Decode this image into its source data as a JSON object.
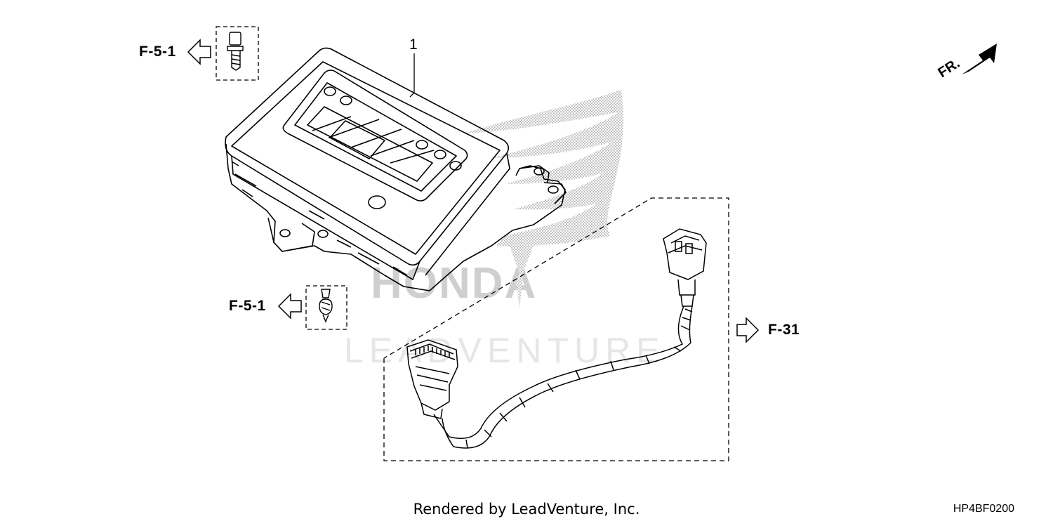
{
  "watermark": {
    "brand": "HONDA",
    "text": "LEADVENTURE"
  },
  "callouts": {
    "part_1": "1",
    "ref_top": "F-5-1",
    "ref_mid": "F-5-1",
    "ref_right": "F-31"
  },
  "direction": {
    "label": "FR."
  },
  "footer": {
    "rendered_by": "Rendered by LeadVenture, Inc.",
    "diagram_code": "HP4BF0200"
  },
  "colors": {
    "line": "#000000",
    "watermark": "#cccccc",
    "background": "#ffffff"
  }
}
